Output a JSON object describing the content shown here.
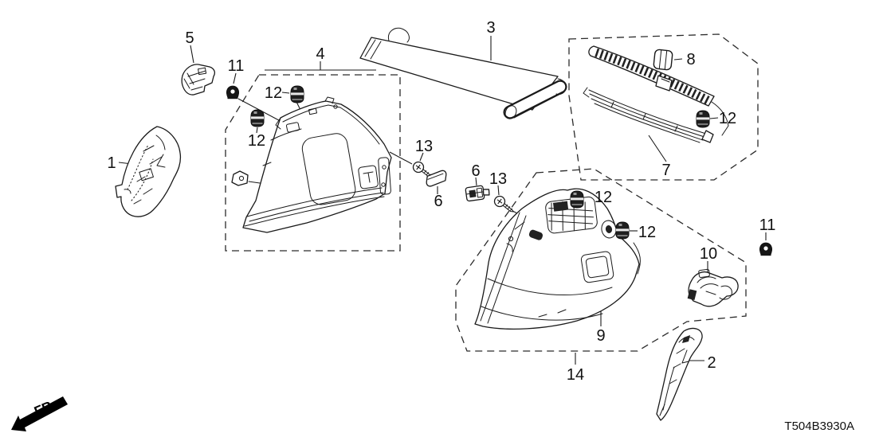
{
  "diagram": {
    "code": "T504B3930A",
    "direction_label": "FR.",
    "callouts": [
      {
        "n": "1"
      },
      {
        "n": "2"
      },
      {
        "n": "3"
      },
      {
        "n": "4"
      },
      {
        "n": "5"
      },
      {
        "n": "6"
      },
      {
        "n": "6"
      },
      {
        "n": "7"
      },
      {
        "n": "8"
      },
      {
        "n": "9"
      },
      {
        "n": "10"
      },
      {
        "n": "11"
      },
      {
        "n": "11"
      },
      {
        "n": "12"
      },
      {
        "n": "12"
      },
      {
        "n": "12"
      },
      {
        "n": "12"
      },
      {
        "n": "12"
      },
      {
        "n": "13"
      },
      {
        "n": "13"
      },
      {
        "n": "14"
      }
    ]
  }
}
